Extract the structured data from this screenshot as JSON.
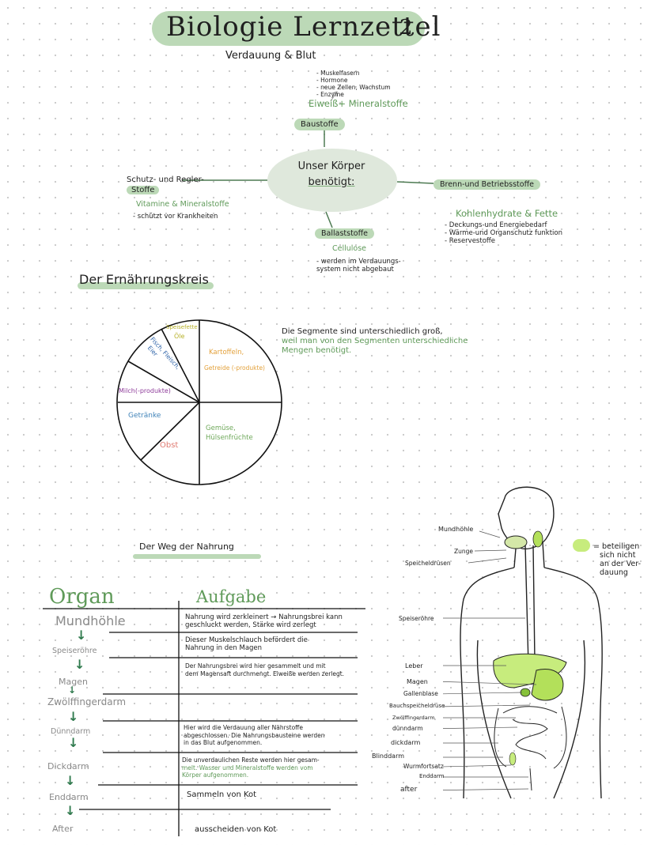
{
  "header": {
    "title": "Biologie Lernzettel",
    "number": "2",
    "subtitle": "Verdauung & Blut"
  },
  "mindmap": {
    "center": [
      "Unser Körper",
      "benötigt:"
    ],
    "top": {
      "label": "Baustoffe",
      "sub": "Eiweiß+ Mineralstoffe",
      "notes": [
        "- Muskelfasern",
        "- Hormone",
        "- neue Zellen, Wachstum",
        "- Enzyme"
      ]
    },
    "left": {
      "label": [
        "Schutz- und Regler-",
        "Stoffe"
      ],
      "sub": "Vitamine & Mineralstoffe",
      "notes": [
        "- schützt vor Krankheiten"
      ]
    },
    "right": {
      "label": "Brenn-und Betriebsstoffe",
      "sub": "Kohlenhydrate & Fette",
      "notes": [
        "- Deckungs-und Energiebedarf",
        "- Wärme-und Organschutz funktion",
        "- Reservestoffe"
      ]
    },
    "bottom": {
      "label": "Ballaststoffe",
      "sub": "Cellulose",
      "notes": [
        "- werden im Verdauungs-",
        "system nicht abgebaut"
      ]
    }
  },
  "nutrition": {
    "heading": "Der Ernährungskreis",
    "segments": [
      {
        "label": [
          "Kartoffeln,",
          "Getreide (-produkte)"
        ],
        "color": "#e3a13b"
      },
      {
        "label": [
          "Gemüse,",
          "Hülsenfrüchte"
        ],
        "color": "#6ea85a"
      },
      {
        "label": [
          "Obst"
        ],
        "color": "#e07b72"
      },
      {
        "label": [
          "Getränke"
        ],
        "color": "#3f82b8"
      },
      {
        "label": [
          "Milch(-produkte)"
        ],
        "color": "#8e3c9a"
      },
      {
        "label": [
          "Fisch, Fleisch,",
          "Eier"
        ],
        "color": "#2e63a8"
      },
      {
        "label": [
          "Speisefette",
          "Öle"
        ],
        "color": "#b7b12a"
      }
    ],
    "note": [
      "Die Segmente sind unterschiedlich groß,",
      "weil man von den Segmenten unterschiedliche",
      "Mengen benötigt."
    ]
  },
  "digestion": {
    "heading": "Der Weg der Nahrung",
    "col_organ": "Organ",
    "col_task": "Aufgabe",
    "rows": [
      {
        "organ": "Mundhöhle",
        "task": [
          "Nahrung wird zerkleinert → Nahrungsbrei kann",
          "geschluckt werden, Stärke wird zerlegt"
        ]
      },
      {
        "organ": "Speiseröhre",
        "task": [
          "Dieser Muskelschlauch befördert die",
          "Nahrung in den Magen"
        ]
      },
      {
        "organ": "Magen",
        "task": [
          "Der Nahrungsbrei wird hier gesammelt und mit",
          "dem Magensaft durchmengt. Eiweiße werden zerlegt."
        ]
      },
      {
        "organ": "Zwölffingerdarm",
        "task": []
      },
      {
        "organ": "Dünndarm",
        "task": [
          "Hier wird die Verdauung aller Nährstoffe",
          "abgeschlossen. Die Nahrungsbausteine werden",
          "in das Blut aufgenommen."
        ]
      },
      {
        "organ": "Dickdarm",
        "task": [
          "Die unverdaulichen Reste werden hier gesam-",
          "melt. Wasser und Mineralstoffe werden vom",
          "Körper aufgenommen."
        ]
      },
      {
        "organ": "Enddarm",
        "task": [
          "Sammeln von Kot"
        ]
      },
      {
        "organ": "After",
        "task": [
          "ausscheiden von Kot"
        ]
      }
    ]
  },
  "body": {
    "labels": [
      "Mundhöhle",
      "Zunge",
      "Speicheldrüsen",
      "Speiseröhre",
      "Leber",
      "Magen",
      "Gallenblase",
      "Bauchspeicheldrüse",
      "Zwölffingerdarm",
      "dünndarm",
      "dickdarm",
      "Blinddarm",
      "Wurmfortsatz",
      "Enddarm",
      "after"
    ],
    "legend": [
      "= beteiligen",
      "sich nicht",
      "an der Ver-",
      "dauung"
    ]
  }
}
